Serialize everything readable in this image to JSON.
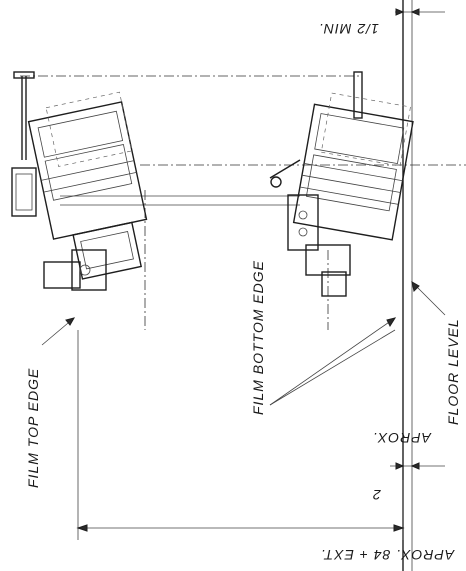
{
  "labels": {
    "min_clearance": "1/2 MIN.",
    "film_top_edge": "FILM TOP EDGE",
    "film_bottom_edge": "FILM BOTTOM EDGE",
    "floor_level": "FLOOR LEVEL",
    "aprox": "APROX.",
    "two": "2",
    "overall_length": "APROX. 84 + EXT."
  }
}
